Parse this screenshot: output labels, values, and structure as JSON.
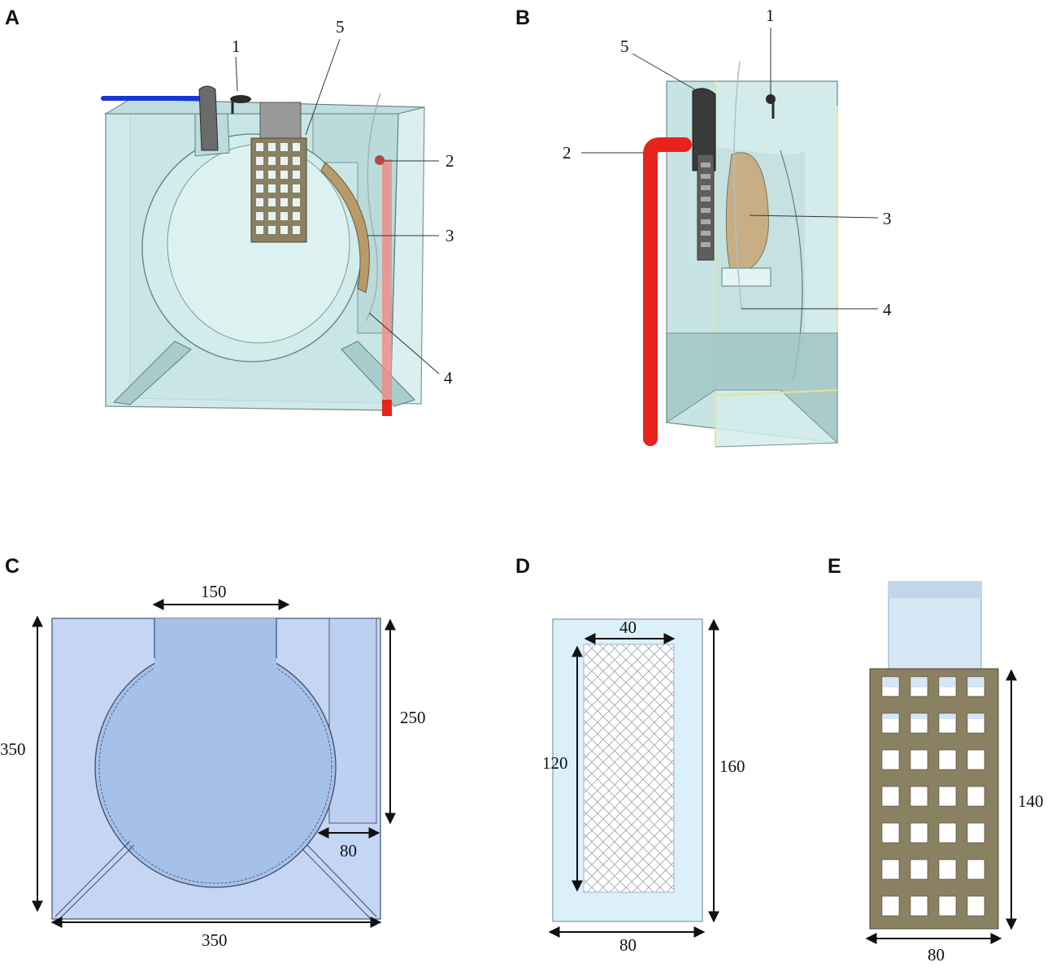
{
  "panels": {
    "A": {
      "letter": "A",
      "callouts": [
        "1",
        "5",
        "2",
        "3",
        "4"
      ]
    },
    "B": {
      "letter": "B",
      "callouts": [
        "1",
        "5",
        "2",
        "3",
        "4"
      ]
    },
    "C": {
      "letter": "C",
      "dims": {
        "top": "150",
        "left": "350",
        "right": "250",
        "bottom": "350",
        "inlet": "80"
      }
    },
    "D": {
      "letter": "D",
      "dims": {
        "inner_width": "40",
        "inner_height": "120",
        "height": "160",
        "width": "80"
      }
    },
    "E": {
      "letter": "E",
      "dims": {
        "height": "140",
        "width": "80"
      }
    }
  },
  "colors": {
    "tank_glass": "#cfe8e8",
    "tank_edge": "#5f7f80",
    "blue_pipe": "#1a36d6",
    "red_pipe": "#e8231e",
    "mesh_tan": "#8a8062",
    "plan_fill": "#c5d6f5",
    "plan_circle": "#a6c1e8",
    "screen_fill": "#dcf0fa"
  }
}
